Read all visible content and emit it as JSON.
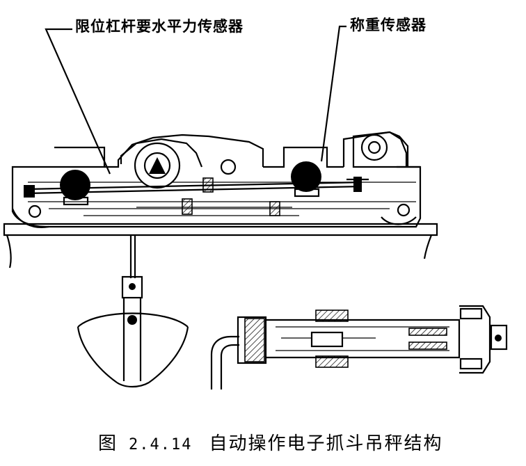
{
  "labels": {
    "leader_left": "限位杠杆要水平力传感器",
    "leader_right": "称重传感器"
  },
  "caption": {
    "prefix": "图",
    "number": "2.4.14",
    "title": "自动操作电子抓斗吊秤结构"
  }
}
